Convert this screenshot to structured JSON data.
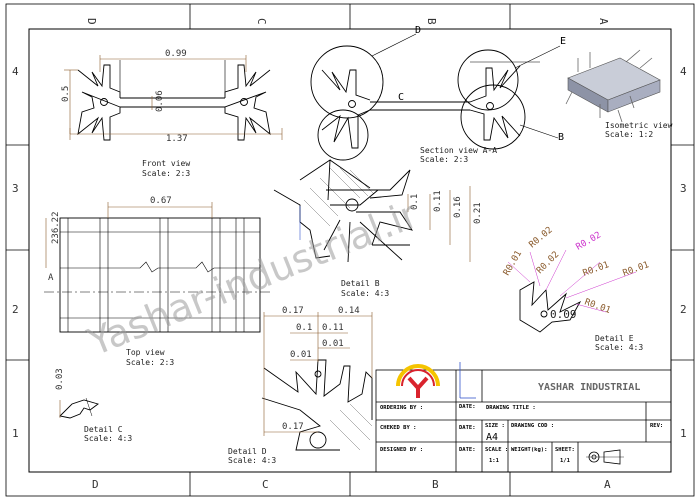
{
  "border": {
    "cols_top": [
      "D",
      "C",
      "B",
      "A"
    ],
    "cols_bottom": [
      "D",
      "C",
      "B",
      "A"
    ],
    "rows": [
      "4",
      "3",
      "2",
      "1"
    ]
  },
  "views": {
    "front": {
      "title": "Front view",
      "scale": "Scale:  2:3",
      "dim_width": "0.99",
      "dim_overall": "1.37",
      "dim_height": "0.5",
      "dim_web": "0.06"
    },
    "section": {
      "title": "Section view A-A",
      "scale": "Scale:  2:3",
      "callout_d": "D",
      "callout_e": "E",
      "callout_b": "B",
      "callout_c": "C"
    },
    "isometric": {
      "title": "Isometric view",
      "scale": "Scale:  1:2"
    },
    "detail_b": {
      "title": "Detail B",
      "scale": "Scale:  4:3",
      "dims": [
        "0.1",
        "0.11",
        "0.16",
        "0.21"
      ]
    },
    "top": {
      "title": "Top view",
      "scale": "Scale:  2:3",
      "dim_width": "0.67",
      "dim_length": "236.22",
      "section_mark": "A"
    },
    "detail_e": {
      "title": "Detail E",
      "scale": "Scale:  4:3",
      "r1": "R0.01",
      "r2": "R0.02",
      "r3": "R0.02",
      "r4": "R0.01",
      "r5": "R0.01",
      "r6": "R0.02",
      "r7": "R0.01",
      "dim": "0.09"
    },
    "detail_d": {
      "title": "Detail D",
      "scale": "Scale:  4:3",
      "d1": "0.17",
      "d2": "0.14",
      "d3": "0.1",
      "d4": "0.11",
      "d5": "0.01",
      "d6": "0.01",
      "d7": "0.17"
    },
    "detail_c": {
      "title": "Detail C",
      "scale": "Scale:  4:3",
      "dim": "0.03"
    }
  },
  "title_block": {
    "company": "YASHAR INDUSTRIAL",
    "ordering_by": "ORDERING BY :",
    "checked_by": "CHEKED BY :",
    "designed_by": "DESIGNED BY :",
    "date1": "DATE:",
    "date2": "DATE:",
    "date3": "DATE:",
    "drawing_title": "DRAWING TITLE :",
    "size_label": "SIZE :",
    "size_value": "A4",
    "drawing_cod": "DRAWING COD :",
    "rev": "REV:",
    "scale_label": "SCALE :",
    "scale_value": "1:1",
    "weight_label": "WEIGHT(kg):",
    "sheet_label": "SHEET:",
    "sheet_value": "1/1"
  },
  "watermark": "Yashar-industrial.ir",
  "colors": {
    "line": "#000000",
    "dim": "#8a5a2b",
    "magenta": "#cc33cc",
    "logo_yellow": "#f5c400",
    "logo_red": "#d9232d",
    "watermark": "#9a9a9a",
    "axis_blue": "#3355cc"
  }
}
